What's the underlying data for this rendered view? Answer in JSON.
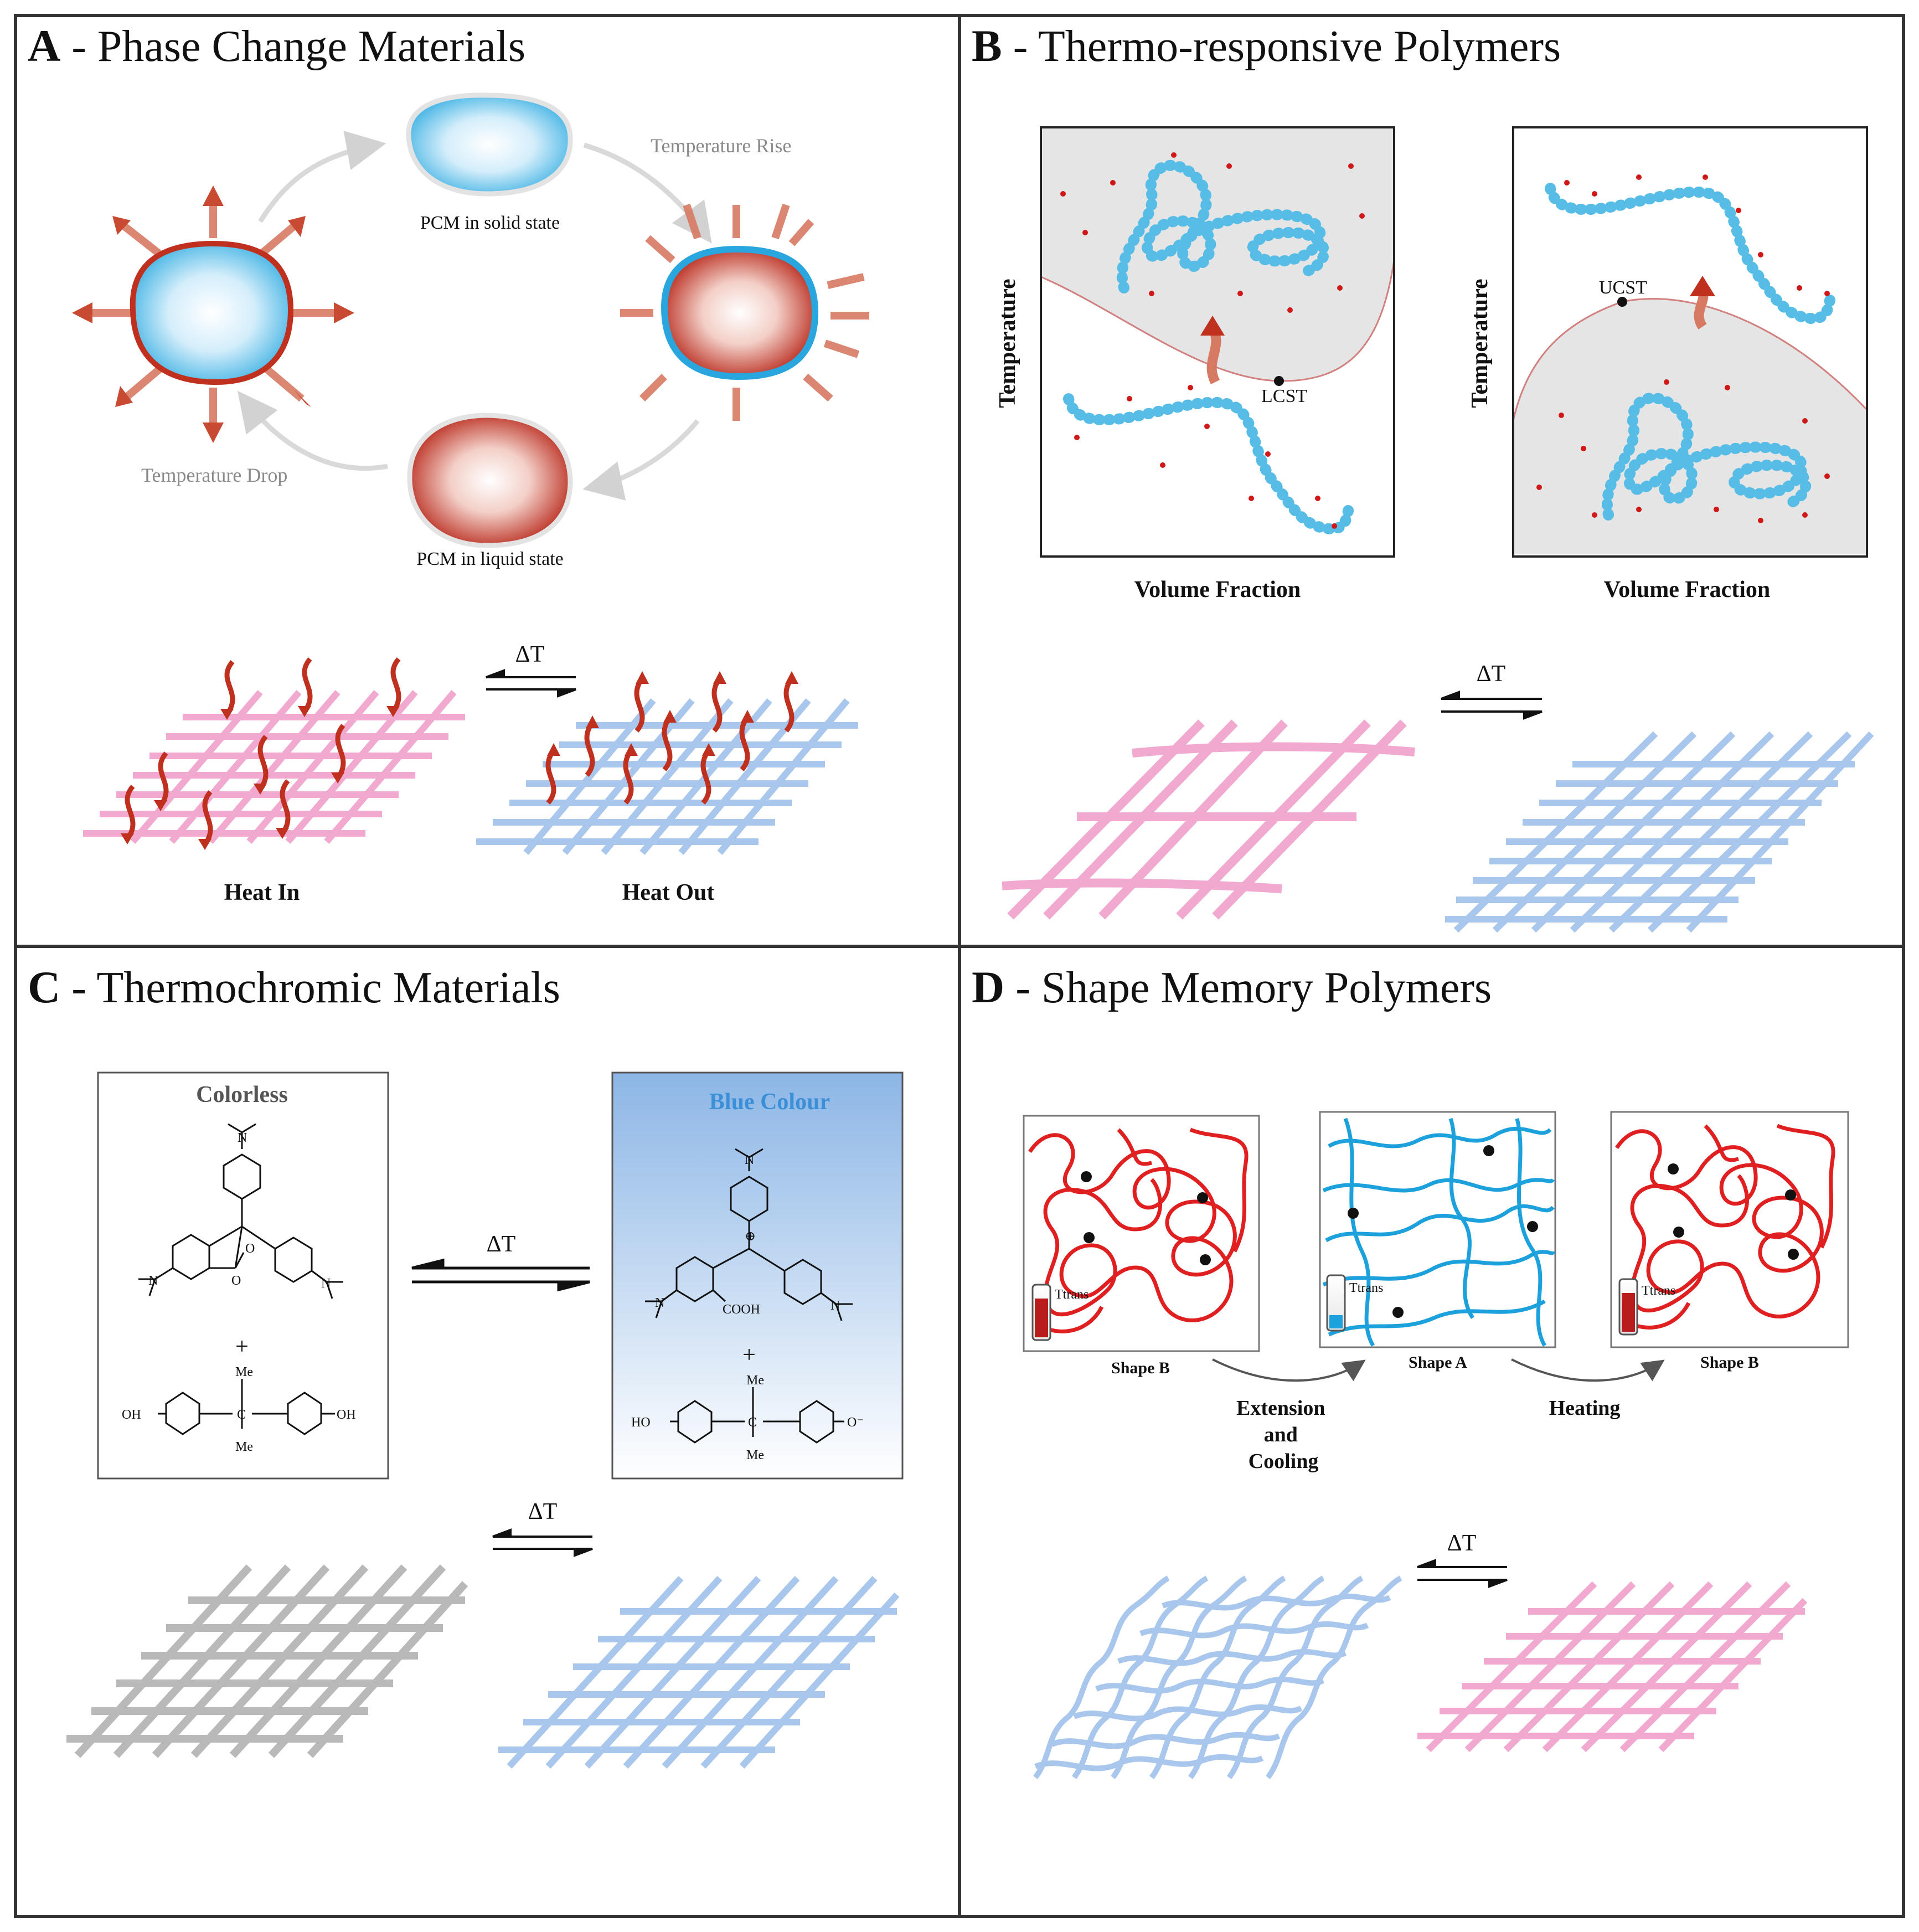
{
  "colors": {
    "red": "#c0301f",
    "blue_fill": "#5ec3eb",
    "bead": "#57bde6",
    "pink_mesh": "#f2a9cf",
    "blue_mesh": "#a9c6ec",
    "gray_mesh": "#b9b9b9",
    "panel_border": "#333333"
  },
  "panelA": {
    "letter": "A",
    "title": " - Phase Change Materials",
    "temp_rise": "Temperature Rise",
    "temp_drop": "Temperature Drop",
    "solid": "PCM in solid state",
    "liquid": "PCM in liquid state",
    "delta": "ΔT",
    "heat_in": "Heat In",
    "heat_out": "Heat Out"
  },
  "panelB": {
    "letter": "B",
    "title": " - Thermo-responsive Polymers",
    "ylabel_left": "Temperature",
    "ylabel_right": "Temperature",
    "xlabel_left": "Volume Fraction",
    "xlabel_right": "Volume Fraction",
    "lcst": "LCST",
    "ucst": "UCST",
    "delta": "ΔT"
  },
  "panelC": {
    "letter": "C",
    "title": " - Thermochromic Materials",
    "colorless": "Colorless",
    "blue": "Blue Colour",
    "delta_top": "ΔT",
    "delta_bottom": "ΔT",
    "plus": "+",
    "chem": {
      "n": "N",
      "o": "O",
      "me": "Me",
      "c": "C",
      "oh": "OH",
      "ho": "HO",
      "cooh": "COOH",
      "o_minus": "O⁻",
      "plus_charge": "⊕"
    }
  },
  "panelD": {
    "letter": "D",
    "title": " - Shape Memory Polymers",
    "shape_b1": "Shape B",
    "shape_a": "Shape A",
    "shape_b2": "Shape B",
    "ttrans": "Ttrans",
    "step1": [
      "Extension",
      "and",
      "Cooling"
    ],
    "step2": "Heating",
    "delta": "ΔT"
  }
}
